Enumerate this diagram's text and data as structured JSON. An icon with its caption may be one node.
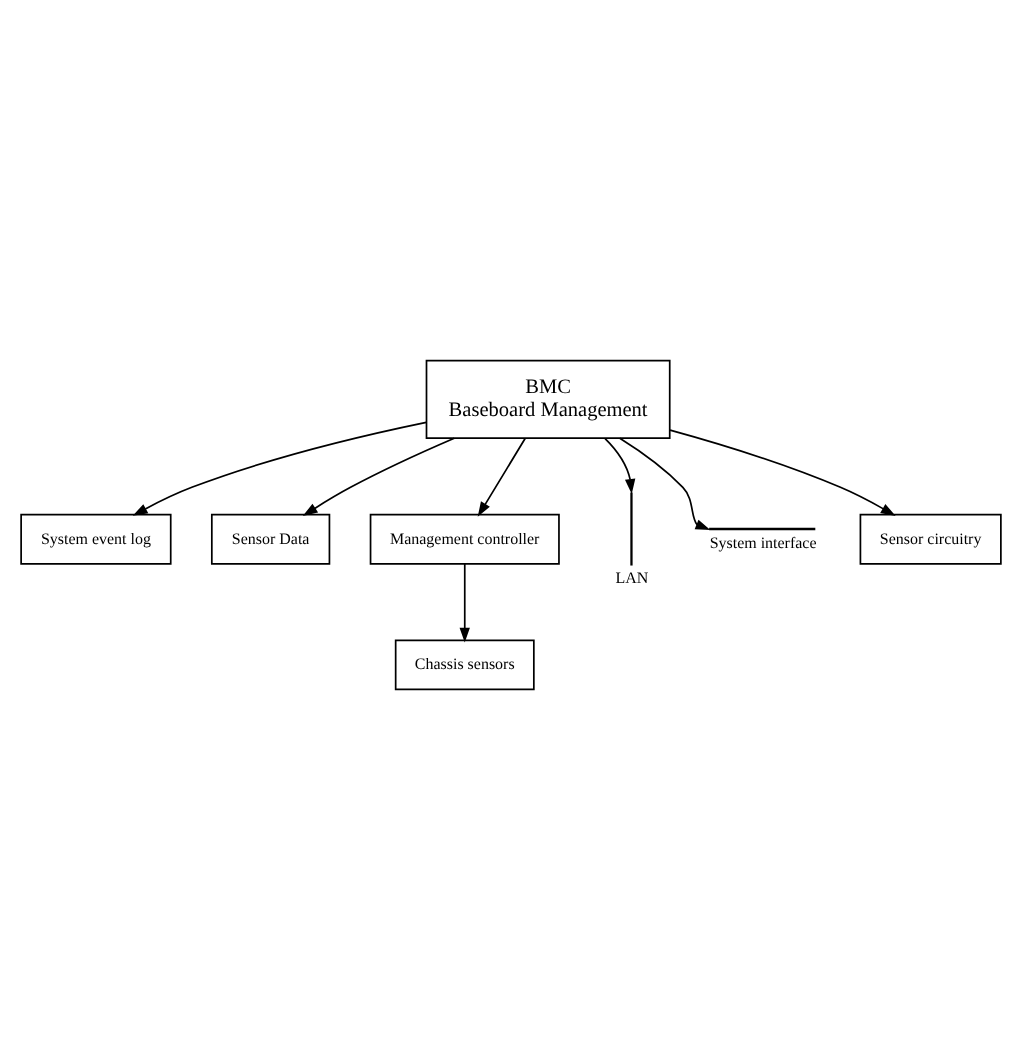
{
  "diagram": {
    "nodes": [
      {
        "text": [
          "System event log"
        ]
      },
      {
        "text": [
          "Sensor Data"
        ]
      },
      {
        "text": [
          "BMC",
          "Baseboard Management"
        ]
      },
      {
        "text": [
          "Management controller"
        ]
      },
      {
        "text": [],
        "shape": "bar",
        "beside": [
          "LAN"
        ]
      },
      {
        "text": [
          "Chassis sensors"
        ]
      },
      {
        "text": [],
        "shape": "bar",
        "beside": [
          "System interface"
        ]
      },
      {
        "text": [
          "Sensor circuitry"
        ]
      }
    ],
    "edges": [
      {
        "from": 2,
        "to": 0,
        "arrow": "to"
      },
      {
        "from": 2,
        "to": 1,
        "arrow": "to"
      },
      {
        "from": 2,
        "to": 3,
        "arrow": "to"
      },
      {
        "from": 2,
        "to": 4,
        "arrow": "to"
      },
      {
        "from": 3,
        "to": 5,
        "arrow": "to"
      },
      {
        "from": 2,
        "to": 6,
        "arrow": "to"
      },
      {
        "from": 2,
        "to": 7,
        "arrow": "to"
      }
    ]
  }
}
